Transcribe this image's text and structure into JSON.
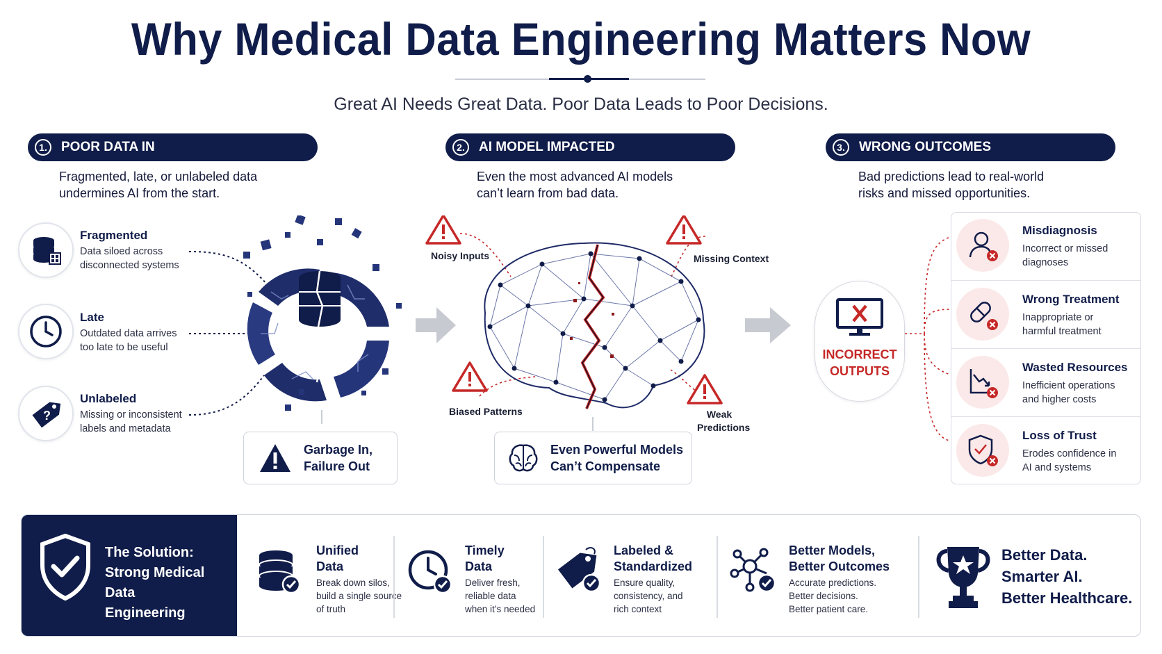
{
  "header": {
    "title": "Why Medical Data Engineering Matters Now",
    "subtitle": "Great AI Needs Great Data. Poor Data Leads to Poor Decisions."
  },
  "steps": [
    {
      "number": "1.",
      "label": "POOR DATA IN",
      "desc_line1": "Fragmented, late, or unlabeled data",
      "desc_line2": "undermines AI from the start."
    },
    {
      "number": "2.",
      "label": "AI MODEL IMPACTED",
      "desc_line1": "Even the most advanced AI models",
      "desc_line2": "can’t learn from bad data."
    },
    {
      "number": "3.",
      "label": "WRONG OUTCOMES",
      "desc_line1": "Bad predictions lead to real-world",
      "desc_line2": "risks and missed opportunities."
    }
  ],
  "poor_data_items": [
    {
      "title": "Fragmented",
      "desc_line1": "Data siloed across",
      "desc_line2": "disconnected systems",
      "icon": "database-icon"
    },
    {
      "title": "Late",
      "desc_line1": "Outdated data arrives",
      "desc_line2": "too late to be useful",
      "icon": "clock-icon"
    },
    {
      "title": "Unlabeled",
      "desc_line1": "Missing or inconsistent",
      "desc_line2": "labels and metadata",
      "icon": "tag-question-icon"
    }
  ],
  "callouts": {
    "garbage_line1": "Garbage In,",
    "garbage_line2": "Failure Out",
    "powerful_line1": "Even Powerful Models",
    "powerful_line2": "Can’t Compensate"
  },
  "warnings": {
    "noisy": "Noisy Inputs",
    "missing": "Missing Context",
    "biased": "Biased Patterns",
    "weak_line1": "Weak",
    "weak_line2": "Predictions"
  },
  "incorrect_outputs": {
    "line1": "INCORRECT",
    "line2": "OUTPUTS"
  },
  "outcomes": [
    {
      "title": "Misdiagnosis",
      "desc_line1": "Incorrect or missed",
      "desc_line2": "diagnoses",
      "icon": "person-icon"
    },
    {
      "title": "Wrong Treatment",
      "desc_line1": "Inappropriate or",
      "desc_line2": "harmful treatment",
      "icon": "pill-icon"
    },
    {
      "title": "Wasted Resources",
      "desc_line1": "Inefficient operations",
      "desc_line2": "and higher costs",
      "icon": "chart-down-icon"
    },
    {
      "title": "Loss of Trust",
      "desc_line1": "Erodes confidence in",
      "desc_line2": "AI and systems",
      "icon": "shield-check-icon"
    }
  ],
  "solution": {
    "line1": "The Solution:",
    "line2": "Strong Medical Data",
    "line3": "Engineering",
    "items": [
      {
        "title_line1": "Unified",
        "title_line2": "Data",
        "desc_line1": "Break down silos,",
        "desc_line2": "build a single source",
        "desc_line3": "of truth",
        "icon": "database-check-icon"
      },
      {
        "title_line1": "Timely",
        "title_line2": "Data",
        "desc_line1": "Deliver fresh,",
        "desc_line2": "reliable data",
        "desc_line3": "when it’s needed",
        "icon": "clock-check-icon"
      },
      {
        "title_line1": "Labeled &",
        "title_line2": "Standardized",
        "desc_line1": "Ensure quality,",
        "desc_line2": "consistency, and",
        "desc_line3": "rich context",
        "icon": "tag-check-icon"
      },
      {
        "title_line1": "Better Models,",
        "title_line2": "Better Outcomes",
        "desc_line1": "Accurate predictions.",
        "desc_line2": "Better decisions.",
        "desc_line3": "Better patient care.",
        "icon": "network-check-icon"
      }
    ],
    "final_line1": "Better Data.",
    "final_line2": "Smarter AI.",
    "final_line3": "Better Healthcare."
  },
  "colors": {
    "navy": "#101c49",
    "alert_red": "#c62828",
    "soft_red": "#fbe9e9",
    "arrow_gray": "#c8cad1"
  }
}
